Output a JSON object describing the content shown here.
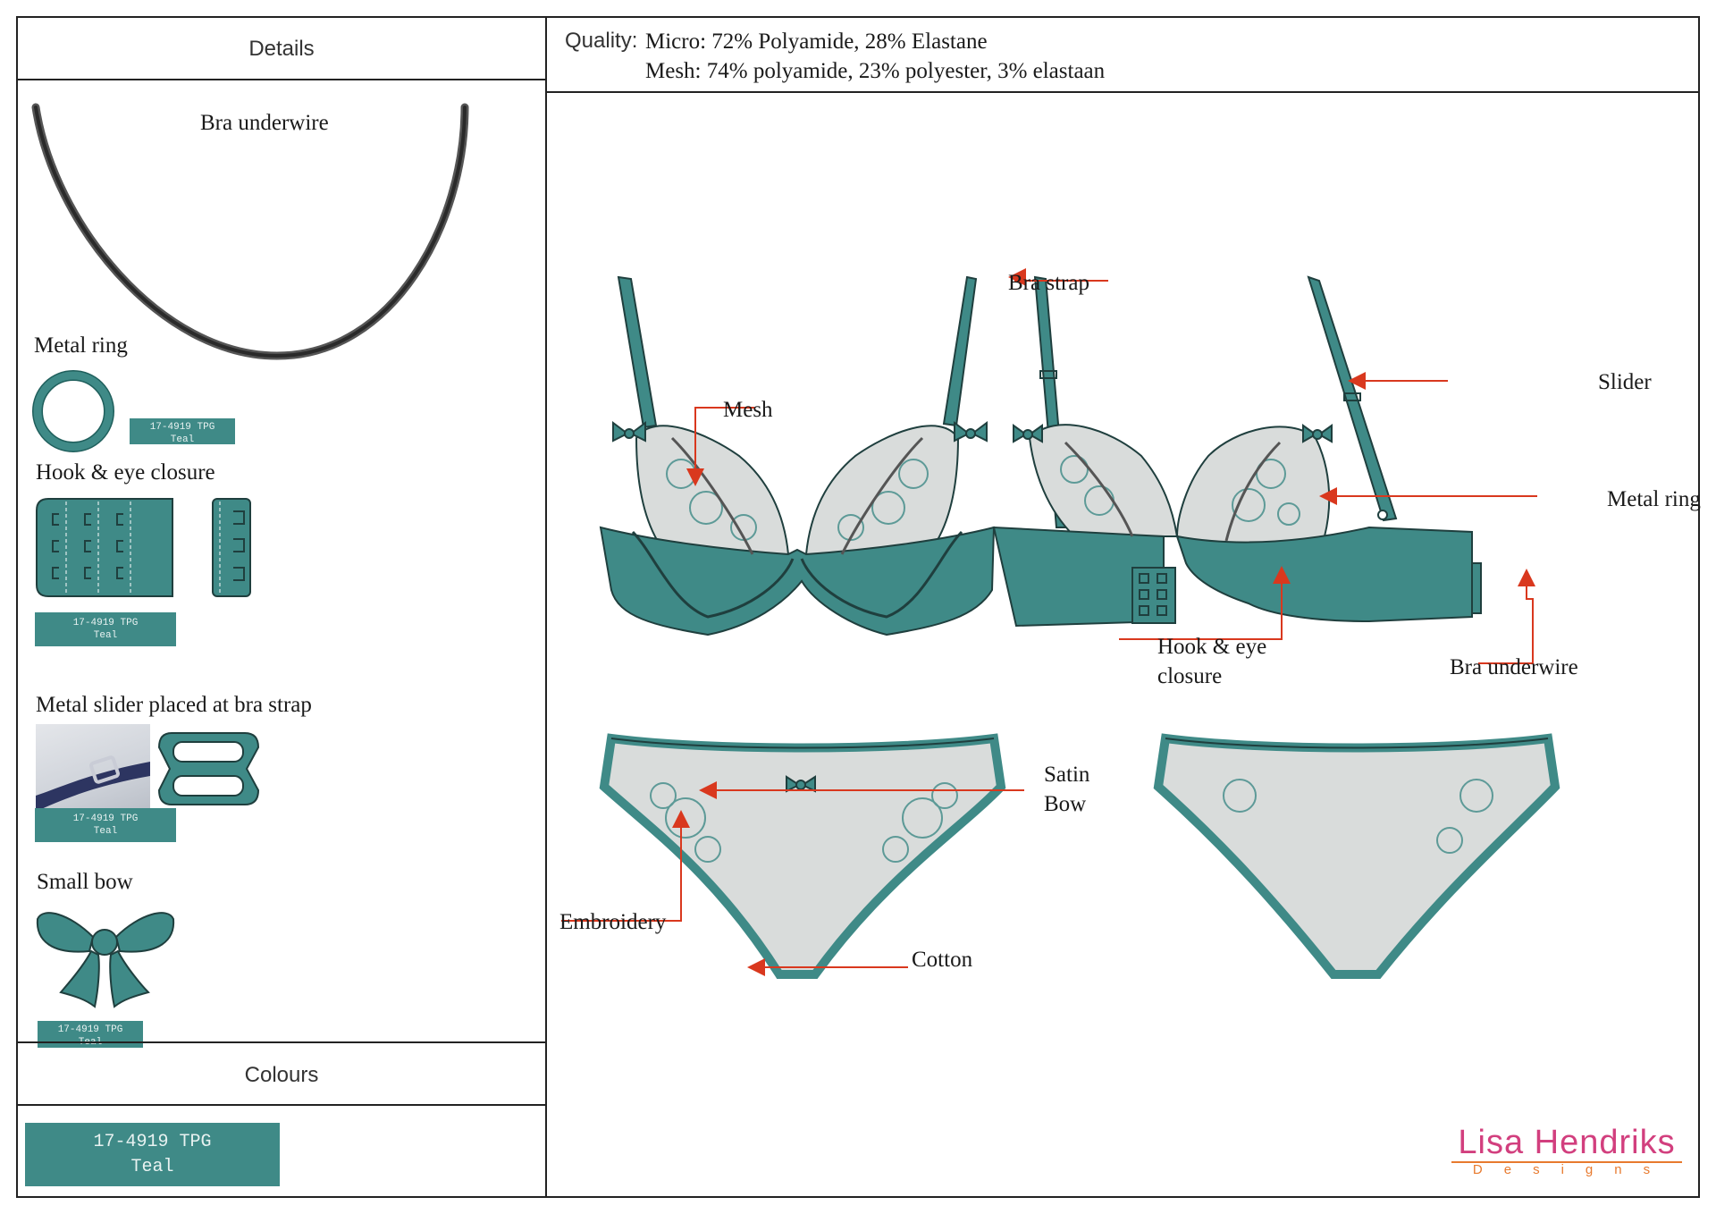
{
  "details": {
    "title": "Details",
    "underwire_label": "Bra underwire",
    "metal_ring_label": "Metal ring",
    "hook_eye_label": "Hook & eye closure",
    "slider_label": "Metal slider placed at bra strap",
    "small_bow_label": "Small bow",
    "swatch": {
      "code": "17-4919 TPG",
      "name": "Teal"
    }
  },
  "colours": {
    "title": "Colours",
    "swatch": {
      "code": "17-4919 TPG",
      "name": "Teal",
      "color": "#3f8a87"
    }
  },
  "quality": {
    "label": "Quality:",
    "micro": "Micro: 72% Polyamide, 28% Elastane",
    "mesh": "Mesh:  74% polyamide, 23% polyester, 3% elastaan"
  },
  "annotations": {
    "bra_strap": "Bra strap",
    "mesh": "Mesh",
    "slider": "Slider",
    "metal_ring": "Metal ring",
    "hook_eye_1": "Hook & eye",
    "hook_eye_2": "closure",
    "bra_underwire": "Bra underwire",
    "satin_1": "Satin",
    "satin_2": "Bow",
    "embroidery": "Embroidery",
    "cotton": "Cotton"
  },
  "logo": {
    "name": "Lisa Hendriks",
    "sub": "Designs"
  },
  "colors": {
    "teal": "#3f8a87",
    "teal_dark": "#1f5f5c",
    "mesh": "#d9dcdb",
    "arrow": "#d9381e"
  }
}
